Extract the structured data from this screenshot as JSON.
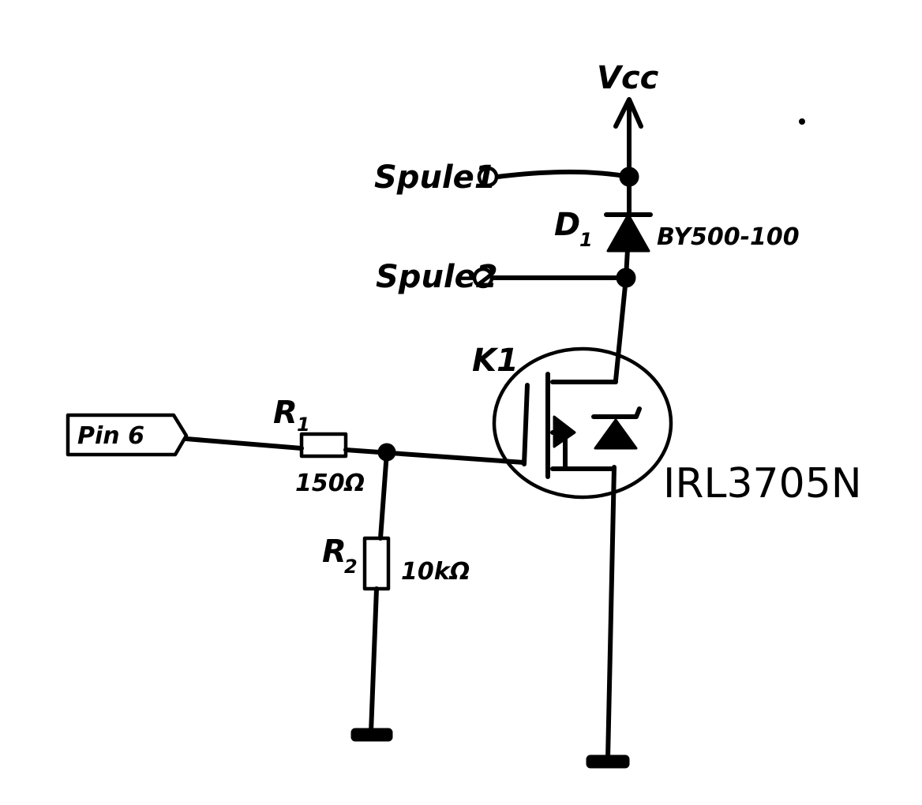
{
  "supply": {
    "label": "Vcc"
  },
  "terminals": {
    "coil1": "Spule1",
    "coil2": "Spule2",
    "input": "Pin 6"
  },
  "diode": {
    "ref": "D",
    "ref_sub": "1",
    "part": "BY500-100"
  },
  "mosfet": {
    "ref": "K1",
    "part": "IRL3705N"
  },
  "resistors": [
    {
      "ref": "R",
      "ref_sub": "1",
      "value": "150Ω"
    },
    {
      "ref": "R",
      "ref_sub": "2",
      "value": "10kΩ"
    }
  ]
}
